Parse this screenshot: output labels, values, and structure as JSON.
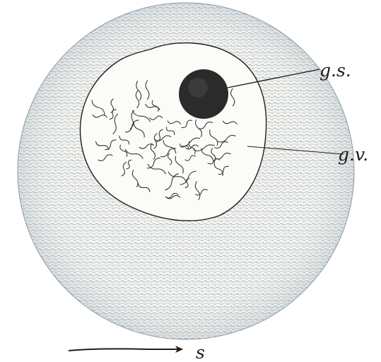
{
  "figure": {
    "labels": {
      "germinal_spot": "g.s.",
      "germinal_vesicle": "g.v.",
      "arrow_label": "s"
    },
    "colors": {
      "ink": "#1e1e1e",
      "background": "#ffffff",
      "yolk_stipple": "#8fa3b8",
      "yolk_stipple_alt": "#b8b08a",
      "nucleus_fill": "#fbfbf8",
      "nucleolus": "#2b2b2b"
    }
  }
}
